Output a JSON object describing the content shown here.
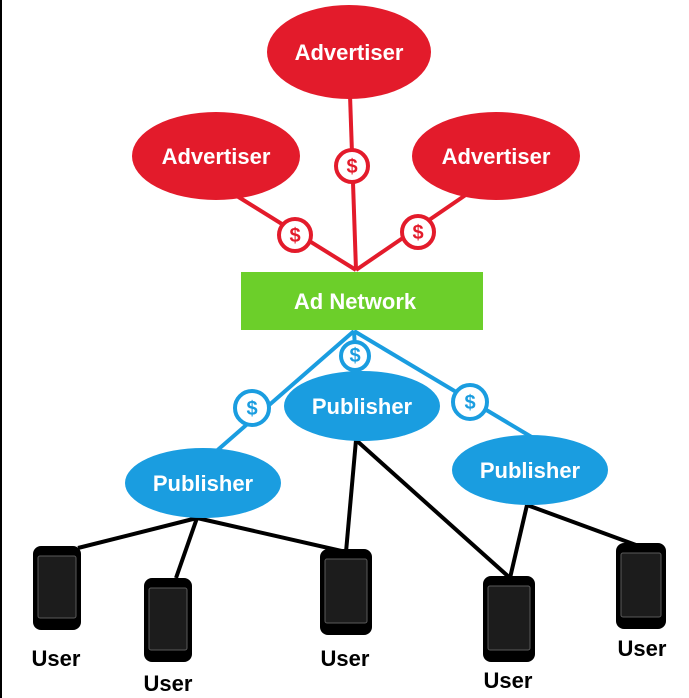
{
  "colors": {
    "advertiser": "#e31b2b",
    "network": "#6ccf2a",
    "publisher": "#1a9de0",
    "link_black": "#000000"
  },
  "advertisers": [
    {
      "label": "Advertiser"
    },
    {
      "label": "Advertiser"
    },
    {
      "label": "Advertiser"
    }
  ],
  "network": {
    "label": "Ad Network"
  },
  "publishers": [
    {
      "label": "Publisher"
    },
    {
      "label": "Publisher"
    },
    {
      "label": "Publisher"
    }
  ],
  "payment_symbol": "$",
  "users": [
    {
      "label": "User"
    },
    {
      "label": "User"
    },
    {
      "label": "User"
    },
    {
      "label": "User"
    },
    {
      "label": "User"
    }
  ]
}
